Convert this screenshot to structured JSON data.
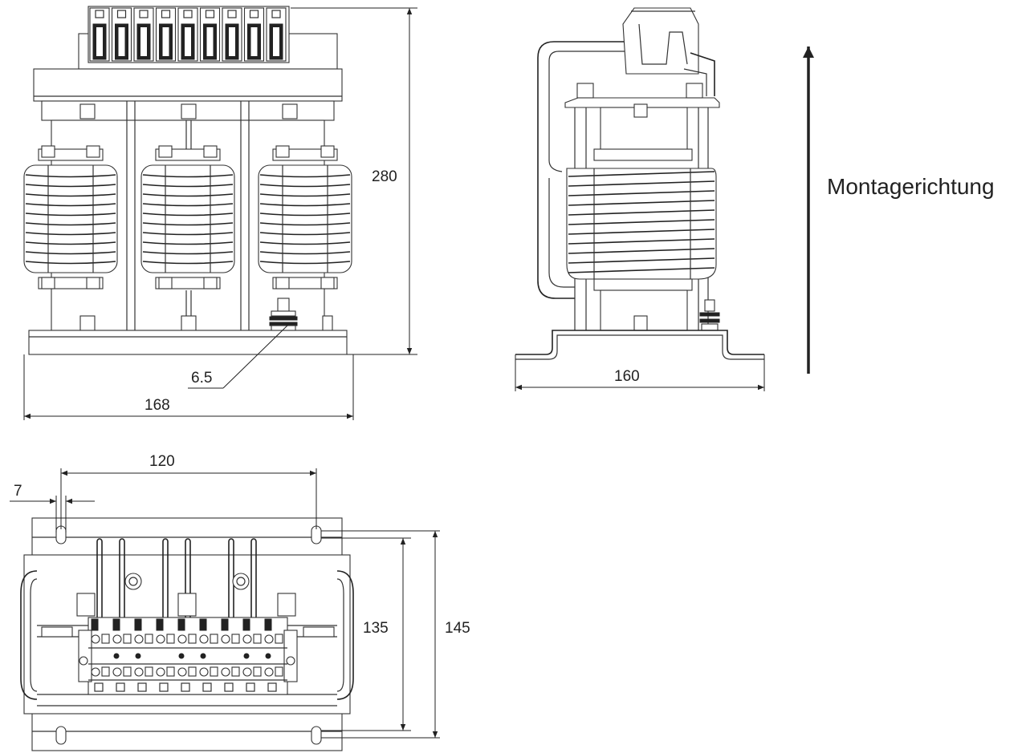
{
  "dimensions": {
    "front_height": "280",
    "front_width": "168",
    "bolt": "6.5",
    "side_width": "160",
    "hole_pitch": "120",
    "hole_width": "7",
    "inner_depth": "135",
    "outer_depth": "145"
  },
  "mounting_direction_label": "Montagerichtung",
  "colors": {
    "line": "#333333",
    "terminal": "#222222",
    "background": "#ffffff"
  }
}
